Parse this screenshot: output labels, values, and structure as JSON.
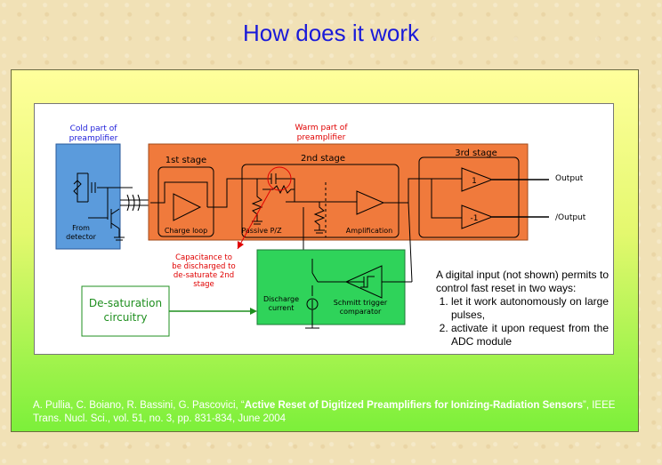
{
  "title": "How does it work",
  "diagram": {
    "cold_label_1": "Cold part of",
    "cold_label_2": "preamplifier",
    "warm_label_1": "Warm part of",
    "warm_label_2": "preamplifier",
    "stage1": "1st stage",
    "stage2": "2nd stage",
    "stage3": "3rd stage",
    "charge_loop": "Charge loop",
    "passive_pz": "Passive P/Z",
    "amplification": "Amplification",
    "from_detector_1": "From",
    "from_detector_2": "detector",
    "gain_pos": "1",
    "gain_neg": "-1",
    "output": "Output",
    "output_neg": "/Output",
    "cap_note": [
      "Capacitance to",
      "be discharged to",
      "de-saturate 2nd",
      "stage"
    ],
    "desat_1": "De-saturation",
    "desat_2": "circuitry",
    "discharge_1": "Discharge",
    "discharge_2": "current",
    "schmitt_1": "Schmitt trigger",
    "schmitt_2": "comparator",
    "colors": {
      "cold_fill": "#5b9bdc",
      "warm_fill": "#f07a3c",
      "reset_fill": "#2fd35a",
      "warm_text": "#e00000",
      "cold_text": "#1a1ad9",
      "desat_text": "#1f8f1f"
    }
  },
  "note": {
    "intro": "A digital input (not shown) permits to control fast reset in two ways:",
    "items": [
      "let it work autonomously on large pulses,",
      "activate it upon request from the ADC module"
    ]
  },
  "reference": {
    "authors": "A. Pullia, C. Boiano, R. Bassini, G. Pascovici, “",
    "paper_title": "Active Reset of Digitized Preamplifiers for Ionizing-Radiation Sensors",
    "journal": "”, IEEE Trans. Nucl. Sci., vol. 51, no. 3, pp. 831-834, June 2004"
  }
}
